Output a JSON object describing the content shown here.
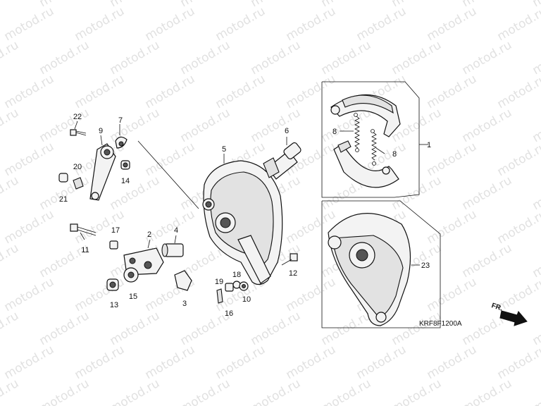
{
  "watermark": "motod.ru",
  "diagram_code": "KRF8F1200A",
  "front_arrow_label": "FR.",
  "callouts": [
    {
      "id": "c1",
      "text": "1"
    },
    {
      "id": "c2",
      "text": "2"
    },
    {
      "id": "c3",
      "text": "3"
    },
    {
      "id": "c4",
      "text": "4"
    },
    {
      "id": "c5",
      "text": "5"
    },
    {
      "id": "c6",
      "text": "6"
    },
    {
      "id": "c7",
      "text": "7"
    },
    {
      "id": "c8a",
      "text": "8"
    },
    {
      "id": "c8b",
      "text": "8"
    },
    {
      "id": "c9",
      "text": "9"
    },
    {
      "id": "c10",
      "text": "10"
    },
    {
      "id": "c11",
      "text": "11"
    },
    {
      "id": "c12",
      "text": "12"
    },
    {
      "id": "c13",
      "text": "13"
    },
    {
      "id": "c14",
      "text": "14"
    },
    {
      "id": "c15",
      "text": "15"
    },
    {
      "id": "c16",
      "text": "16"
    },
    {
      "id": "c17",
      "text": "17"
    },
    {
      "id": "c18",
      "text": "18"
    },
    {
      "id": "c19",
      "text": "19"
    },
    {
      "id": "c20",
      "text": "20"
    },
    {
      "id": "c21",
      "text": "21"
    },
    {
      "id": "c22",
      "text": "22"
    },
    {
      "id": "c23",
      "text": "23"
    }
  ]
}
